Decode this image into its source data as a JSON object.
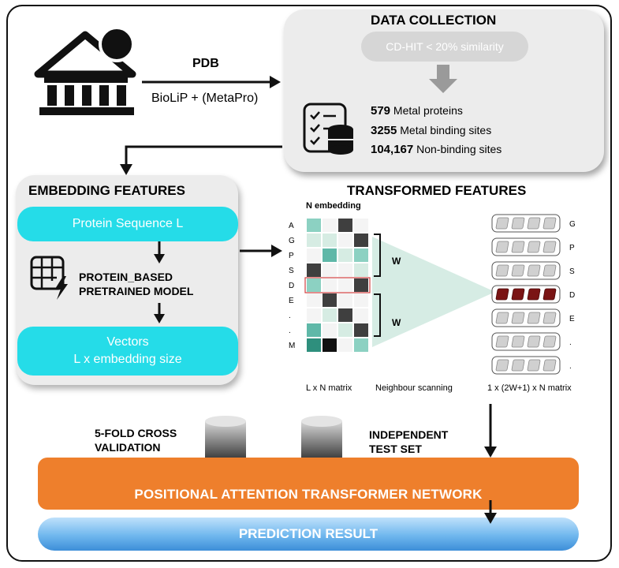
{
  "pdb": {
    "source_label": "PDB",
    "subsource_label": "BioLiP + (MetaPro)"
  },
  "data_collection": {
    "title": "DATA COLLECTION",
    "filter": "CD-HIT < 20% similarity",
    "stats": [
      {
        "value": "579",
        "label": "Metal proteins"
      },
      {
        "value": "3255",
        "label": "Metal binding sites"
      },
      {
        "value": "104,167",
        "label": "Non-binding sites"
      }
    ]
  },
  "embedding": {
    "title": "EMBEDDING FEATURES",
    "sequence_label": "Protein Sequence L",
    "model_label_line1": "PROTEIN_BASED",
    "model_label_line2": "PRETRAINED MODEL",
    "vectors_line1": "Vectors",
    "vectors_line2": "L x embedding size"
  },
  "transformed": {
    "title": "TRANSFORMED FEATURES",
    "n_embedding_label": "N embedding",
    "row_labels": [
      "A",
      "G",
      "P",
      "S",
      "D",
      "E",
      ".",
      ".",
      "M"
    ],
    "window_label_top": "W",
    "window_label_bottom": "W",
    "out_labels": [
      "G",
      "P",
      "S",
      "D",
      "E",
      ".",
      "."
    ],
    "matrix_caption": "L x N matrix",
    "scan_caption": "Neighbour scanning",
    "out_caption": "1 x (2W+1) x N matrix"
  },
  "validation": {
    "cv_line1": "5-FOLD CROSS",
    "cv_line2": "VALIDATION",
    "test_line1": "INDEPENDENT",
    "test_line2": "TEST SET"
  },
  "network_label": "POSITIONAL ATTENTION TRANSFORMER NETWORK",
  "result_label": "PREDICTION RESULT",
  "colors": {
    "cyan": "#25dce8",
    "orange": "#ee7f2c",
    "blue": "#5aa6e6",
    "teal": "#5fb8a8",
    "dark_red": "#7a1414"
  }
}
